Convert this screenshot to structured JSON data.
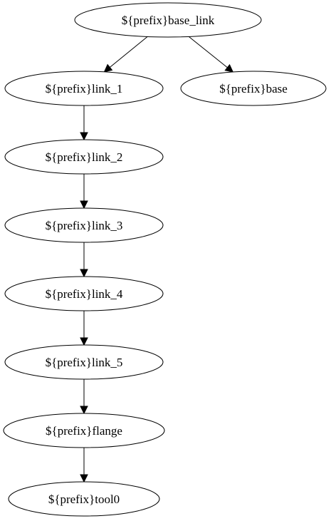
{
  "graph": {
    "nodes": [
      {
        "id": "base_link",
        "label": "${prefix}base_link"
      },
      {
        "id": "link_1",
        "label": "${prefix}link_1"
      },
      {
        "id": "base",
        "label": "${prefix}base"
      },
      {
        "id": "link_2",
        "label": "${prefix}link_2"
      },
      {
        "id": "link_3",
        "label": "${prefix}link_3"
      },
      {
        "id": "link_4",
        "label": "${prefix}link_4"
      },
      {
        "id": "link_5",
        "label": "${prefix}link_5"
      },
      {
        "id": "flange",
        "label": "${prefix}flange"
      },
      {
        "id": "tool0",
        "label": "${prefix}tool0"
      }
    ],
    "edges": [
      {
        "from": "base_link",
        "to": "link_1"
      },
      {
        "from": "base_link",
        "to": "base"
      },
      {
        "from": "link_1",
        "to": "link_2"
      },
      {
        "from": "link_2",
        "to": "link_3"
      },
      {
        "from": "link_3",
        "to": "link_4"
      },
      {
        "from": "link_4",
        "to": "link_5"
      },
      {
        "from": "link_5",
        "to": "flange"
      },
      {
        "from": "flange",
        "to": "tool0"
      }
    ]
  }
}
